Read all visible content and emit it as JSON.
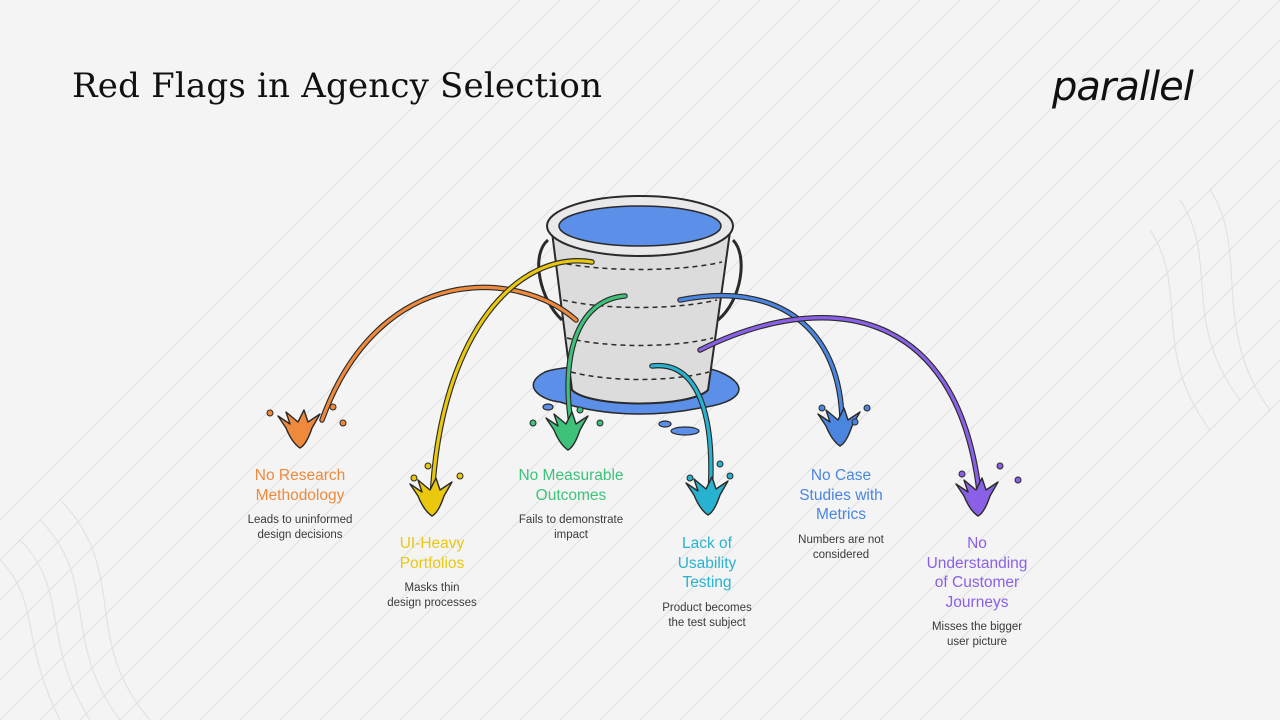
{
  "title": "Red Flags in Agency Selection",
  "logo": "parallel",
  "items": [
    {
      "heading": "No Research Methodology",
      "desc": "Leads to uninformed design decisions",
      "color": "#ef8a3c"
    },
    {
      "heading": "UI-Heavy Portfolios",
      "desc": "Masks thin design processes",
      "color": "#e9c80e"
    },
    {
      "heading": "No Measurable Outcomes",
      "desc": "Fails to demonstrate impact",
      "color": "#3ec27a"
    },
    {
      "heading": "Lack of Usability Testing",
      "desc": "Product becomes the test subject",
      "color": "#27b3cf"
    },
    {
      "heading": "No Case Studies with Metrics",
      "desc": "Numbers are not considered",
      "color": "#4a86e0"
    },
    {
      "heading": "No Understanding of Customer Journeys",
      "desc": "Misses the bigger user picture",
      "color": "#8a60e6"
    }
  ]
}
